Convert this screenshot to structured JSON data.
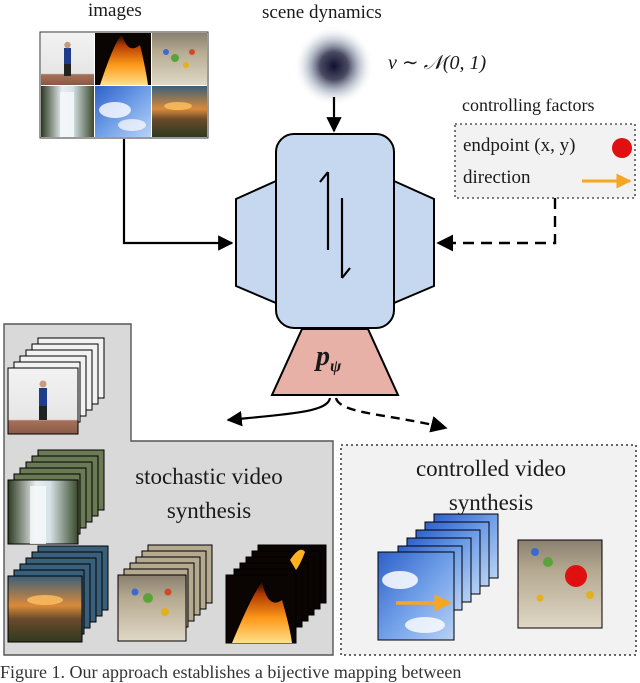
{
  "labels": {
    "images": "images",
    "scene_dynamics": "scene dynamics",
    "nu": "ν",
    "sim": "∼",
    "normal": "𝒩(0, 1)",
    "controlling_factors": "controlling factors",
    "endpoint": "endpoint (x, y)",
    "direction": "direction",
    "p": "p",
    "psi": "ψ",
    "stochastic_line1": "stochastic video",
    "stochastic_line2": "synthesis",
    "controlled_line1": "controlled video",
    "controlled_line2": "synthesis",
    "caption_fragment": "Figure 1. Our approach establishes a bijective mapping between"
  },
  "colors": {
    "network_blue": "#c6d7f0",
    "decoder_pink": "#e8b1a8",
    "stochastic_panel": "#d9d9d9",
    "controlled_panel": "#f2f2f2",
    "endpoint_red": "#e01010",
    "direction_orange": "#f5a623"
  },
  "icons": {
    "invertible": "bijection-arrows-icon",
    "noise": "gaussian-noise-icon"
  }
}
